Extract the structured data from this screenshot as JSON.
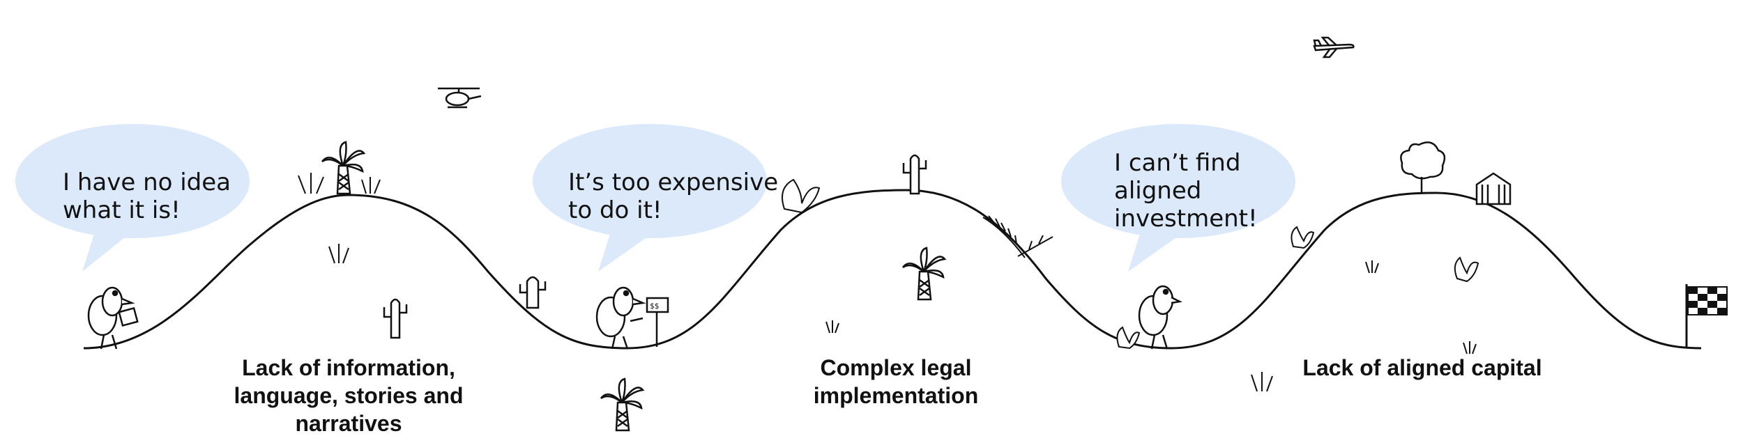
{
  "colors": {
    "bubble": "#dce9fb",
    "ink": "#111111",
    "background": "#ffffff"
  },
  "bubbles": [
    {
      "lines": [
        "I have no idea",
        "what it is!"
      ]
    },
    {
      "lines": [
        "It’s too expensive",
        "to do it!"
      ]
    },
    {
      "lines": [
        "I can’t find",
        "aligned",
        "investment!"
      ]
    }
  ],
  "barriers": [
    {
      "lines": [
        "Lack of information,",
        "language, stories and",
        "narratives"
      ]
    },
    {
      "lines": [
        "Complex legal",
        "implementation"
      ]
    },
    {
      "lines": [
        "Lack of aligned capital"
      ]
    }
  ],
  "icons": {
    "hiker": "hiker-with-backpack-icon",
    "palm": "palm-tree-icon",
    "cactus": "cactus-icon",
    "grass": "grass-tuft-icon",
    "bush": "bush-icon",
    "leaf": "fern-leaf-icon",
    "helicopter": "helicopter-icon",
    "airplane": "airplane-icon",
    "tree": "tree-icon",
    "house": "house-icon",
    "flag": "checkered-flag-icon",
    "sign": "signpost-icon"
  }
}
